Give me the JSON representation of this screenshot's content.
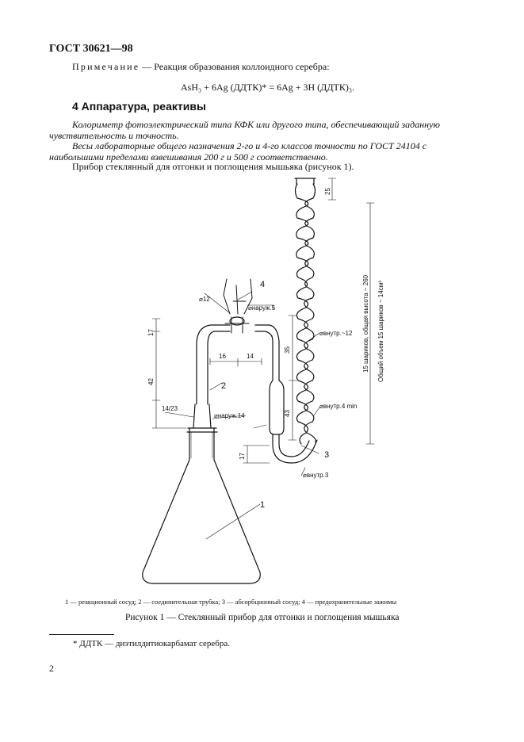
{
  "header": "ГОСТ 30621—98",
  "note_label": "Примечание",
  "note_text": " — Реакция образования коллоидного серебра:",
  "formula": "AsH₃ + 6Ag (ДДТК)* = 6Ag + 3H (ДДТК)₃.",
  "section_title": "4 Аппаратура, реактивы",
  "paragraphs": [
    "Колориметр фотоэлектрический типа КФК или другого типа, обеспечивающий заданную чувствительность и точность.",
    "Весы лабораторные общего назначения 2-го и 4-го классов точности по ГОСТ 24104 с наибольшими пределами взвешивания 200 г и 500 г соответственно.",
    "Прибор стеклянный для отгонки и поглощения мышьяка (рисунок 1)."
  ],
  "figure": {
    "labels": {
      "phi12": "⌀12",
      "outer5": "⌀наруж.5",
      "inner12": "⌀внутр.~12",
      "inner4": "⌀внутр.4 min",
      "outer14": "⌀наруж.14",
      "inner3": "⌀внутр.3",
      "joint": "14/23",
      "side1": "15 шариков, общая высота ~ 260",
      "side2": "Общий объем 15 шариков ~ 14см³"
    },
    "dims": {
      "d17a": "17",
      "d42": "42",
      "d16": "16",
      "d14": "14",
      "d35": "35",
      "d43": "43",
      "d17b": "17",
      "d25": "25"
    },
    "callouts": [
      "1",
      "2",
      "3",
      "4"
    ]
  },
  "legend": [
    {
      "num": "1",
      "text": " — реакционный сосуд; "
    },
    {
      "num": "2",
      "text": " — соединительная трубка; "
    },
    {
      "num": "3",
      "text": " — абсорбционный сосуд; "
    },
    {
      "num": "4",
      "text": " — предохранительные зажимы"
    }
  ],
  "caption": "Рисунок 1 — Стеклянный прибор для отгонки и поглощения мышьяка",
  "footnote": "* ДДТК — диэтилдитиокарбамат серебра.",
  "page_number": "2"
}
